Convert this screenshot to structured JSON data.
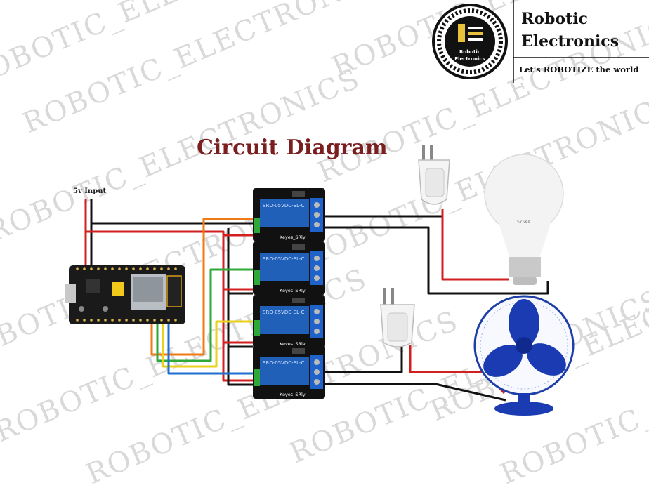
{
  "title": "Circuit Diagram",
  "brand": {
    "name_line1": "Robotic",
    "name_line2": "Electronics",
    "tagline": "Let's ROBOTIZE the world",
    "logo_line1": "Robotic",
    "logo_line2": "Electronics"
  },
  "watermark": "ROBOTIC_ELECTRONICS",
  "labels": {
    "power_input": "5v Input",
    "relay_brand": "Keyes_SRly",
    "relay_model": "SRD-05VDC-SL-C",
    "bulb_brand": "SYSKA"
  },
  "colors": {
    "wire_red": "#d21f1f",
    "wire_black": "#111111",
    "wire_orange": "#f07a16",
    "wire_green": "#2ea838",
    "wire_yellow": "#e8d21a",
    "wire_blue": "#1e6fd0",
    "relay_board": "#2160b8",
    "title": "#7a1f1f"
  }
}
